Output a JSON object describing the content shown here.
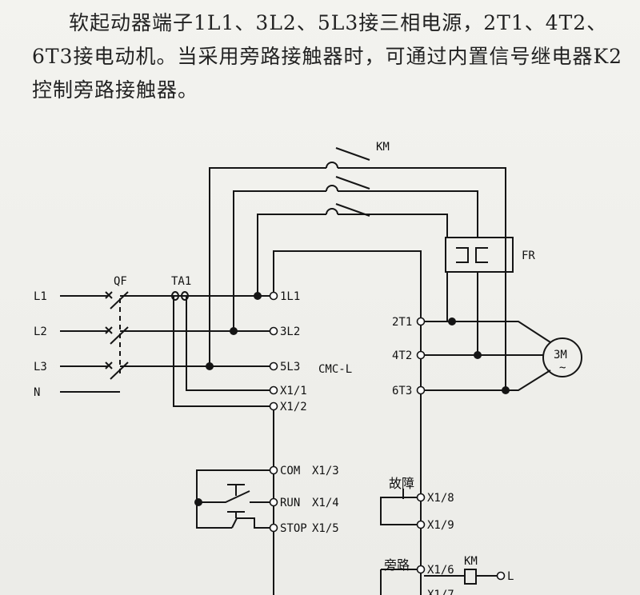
{
  "text": {
    "paragraph": "软起动器端子1L1、3L2、5L3接三相电源，2T1、4T2、6T3接电动机。当采用旁路接触器时，可通过内置信号继电器K2控制旁路接触器。"
  },
  "diagram": {
    "labels": {
      "km_top": "KM",
      "fr": "FR",
      "qf": "QF",
      "ta1": "TA1",
      "l1": "L1",
      "l2": "L2",
      "l3": "L3",
      "n": "N",
      "motor_line1": "3M",
      "motor_line2": "~",
      "device": "CMC-L",
      "t_1l1": "1L1",
      "t_3l2": "3L2",
      "t_5l3": "5L3",
      "t_x11": "X1/1",
      "t_x12": "X1/2",
      "t_com": "COM",
      "t_x13": "X1/3",
      "t_run": "RUN",
      "t_x14": "X1/4",
      "t_stop": "STOP",
      "t_x15": "X1/5",
      "t_2t1": "2T1",
      "t_4t2": "4T2",
      "t_6t3": "6T3",
      "fault": "故障",
      "t_x18": "X1/8",
      "t_x19": "X1/9",
      "bypass": "旁路",
      "t_x16": "X1/6",
      "km_coil": "KM",
      "l_end": "L",
      "t_x17": "X1/7"
    }
  }
}
